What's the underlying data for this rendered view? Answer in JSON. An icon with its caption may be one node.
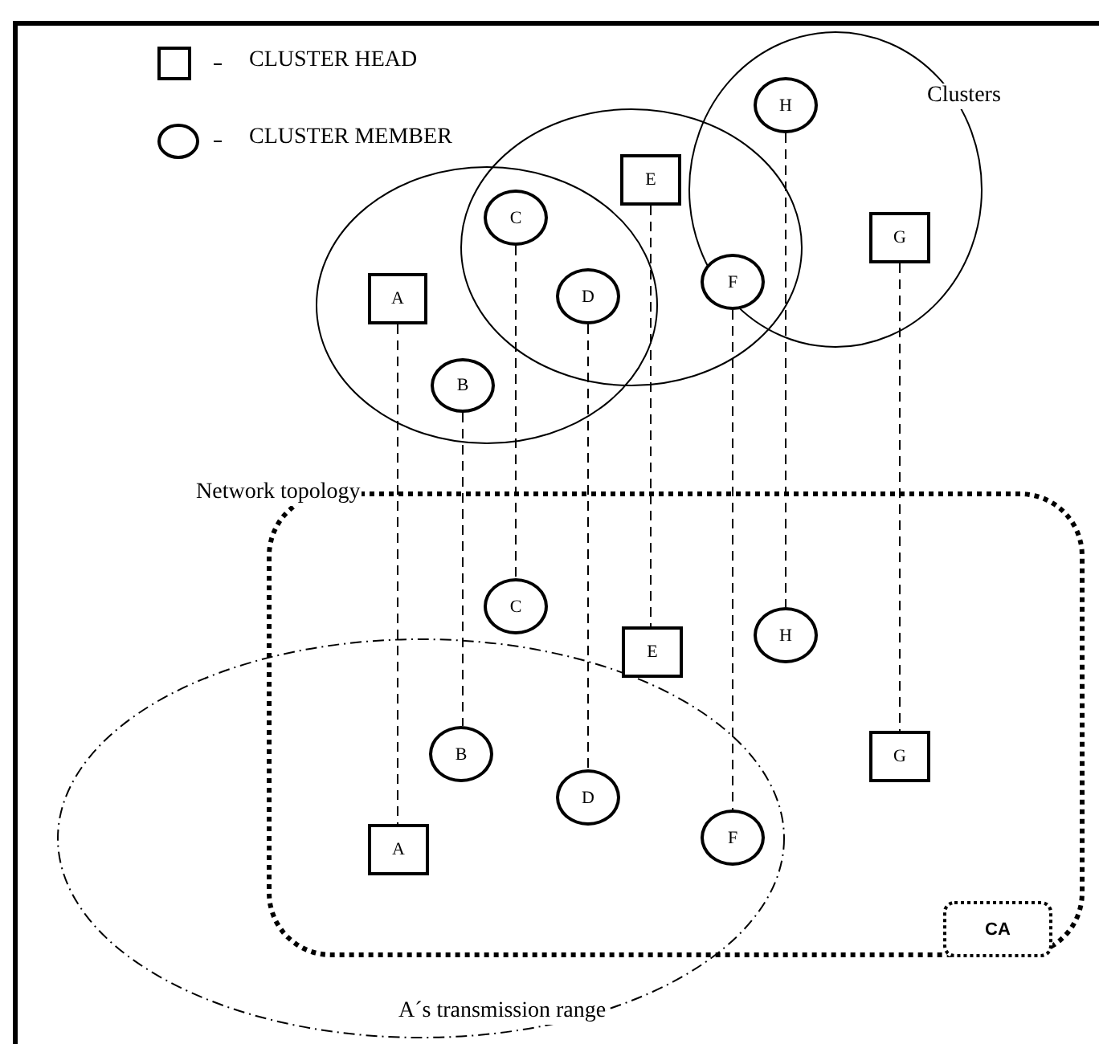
{
  "diagram": {
    "nodes": [
      {
        "text": [
          "A"
        ]
      },
      {
        "text": [
          "B"
        ]
      },
      {
        "text": [
          "C"
        ]
      },
      {
        "text": [
          "D"
        ]
      },
      {
        "text": [
          "E"
        ]
      },
      {
        "text": [
          "F"
        ]
      },
      {
        "text": [
          "G"
        ]
      },
      {
        "text": [
          "H"
        ]
      },
      {
        "text": [
          "Network topology"
        ]
      },
      {
        "text": [
          "A"
        ],
        "in": 8
      },
      {
        "text": [
          "B"
        ],
        "in": 8
      },
      {
        "text": [
          "C"
        ],
        "in": 8
      },
      {
        "text": [
          "D"
        ],
        "in": 8
      },
      {
        "text": [
          "E"
        ],
        "in": 8
      },
      {
        "text": [
          "F"
        ],
        "in": 8
      },
      {
        "text": [
          "G"
        ],
        "in": 8
      },
      {
        "text": [
          "H"
        ],
        "in": 8
      },
      {
        "text": [
          "CA"
        ],
        "in": 8
      }
    ],
    "edges": [
      {
        "from": 0,
        "to": 9,
        "arrow": "none"
      },
      {
        "from": 1,
        "to": 10,
        "arrow": "none"
      },
      {
        "from": 2,
        "to": 11,
        "arrow": "none"
      },
      {
        "from": 3,
        "to": 12,
        "arrow": "none"
      },
      {
        "from": 4,
        "to": 13,
        "arrow": "none"
      },
      {
        "from": 5,
        "to": 14,
        "arrow": "none"
      },
      {
        "from": 6,
        "to": 15,
        "arrow": "none"
      },
      {
        "from": 7,
        "to": 16,
        "arrow": "none"
      }
    ],
    "labels": [
      "Clusters",
      "A´s transmission range"
    ],
    "legend": [
      {
        "text": "CLUSTER HEAD"
      },
      {
        "text": "CLUSTER MEMBER"
      }
    ]
  }
}
